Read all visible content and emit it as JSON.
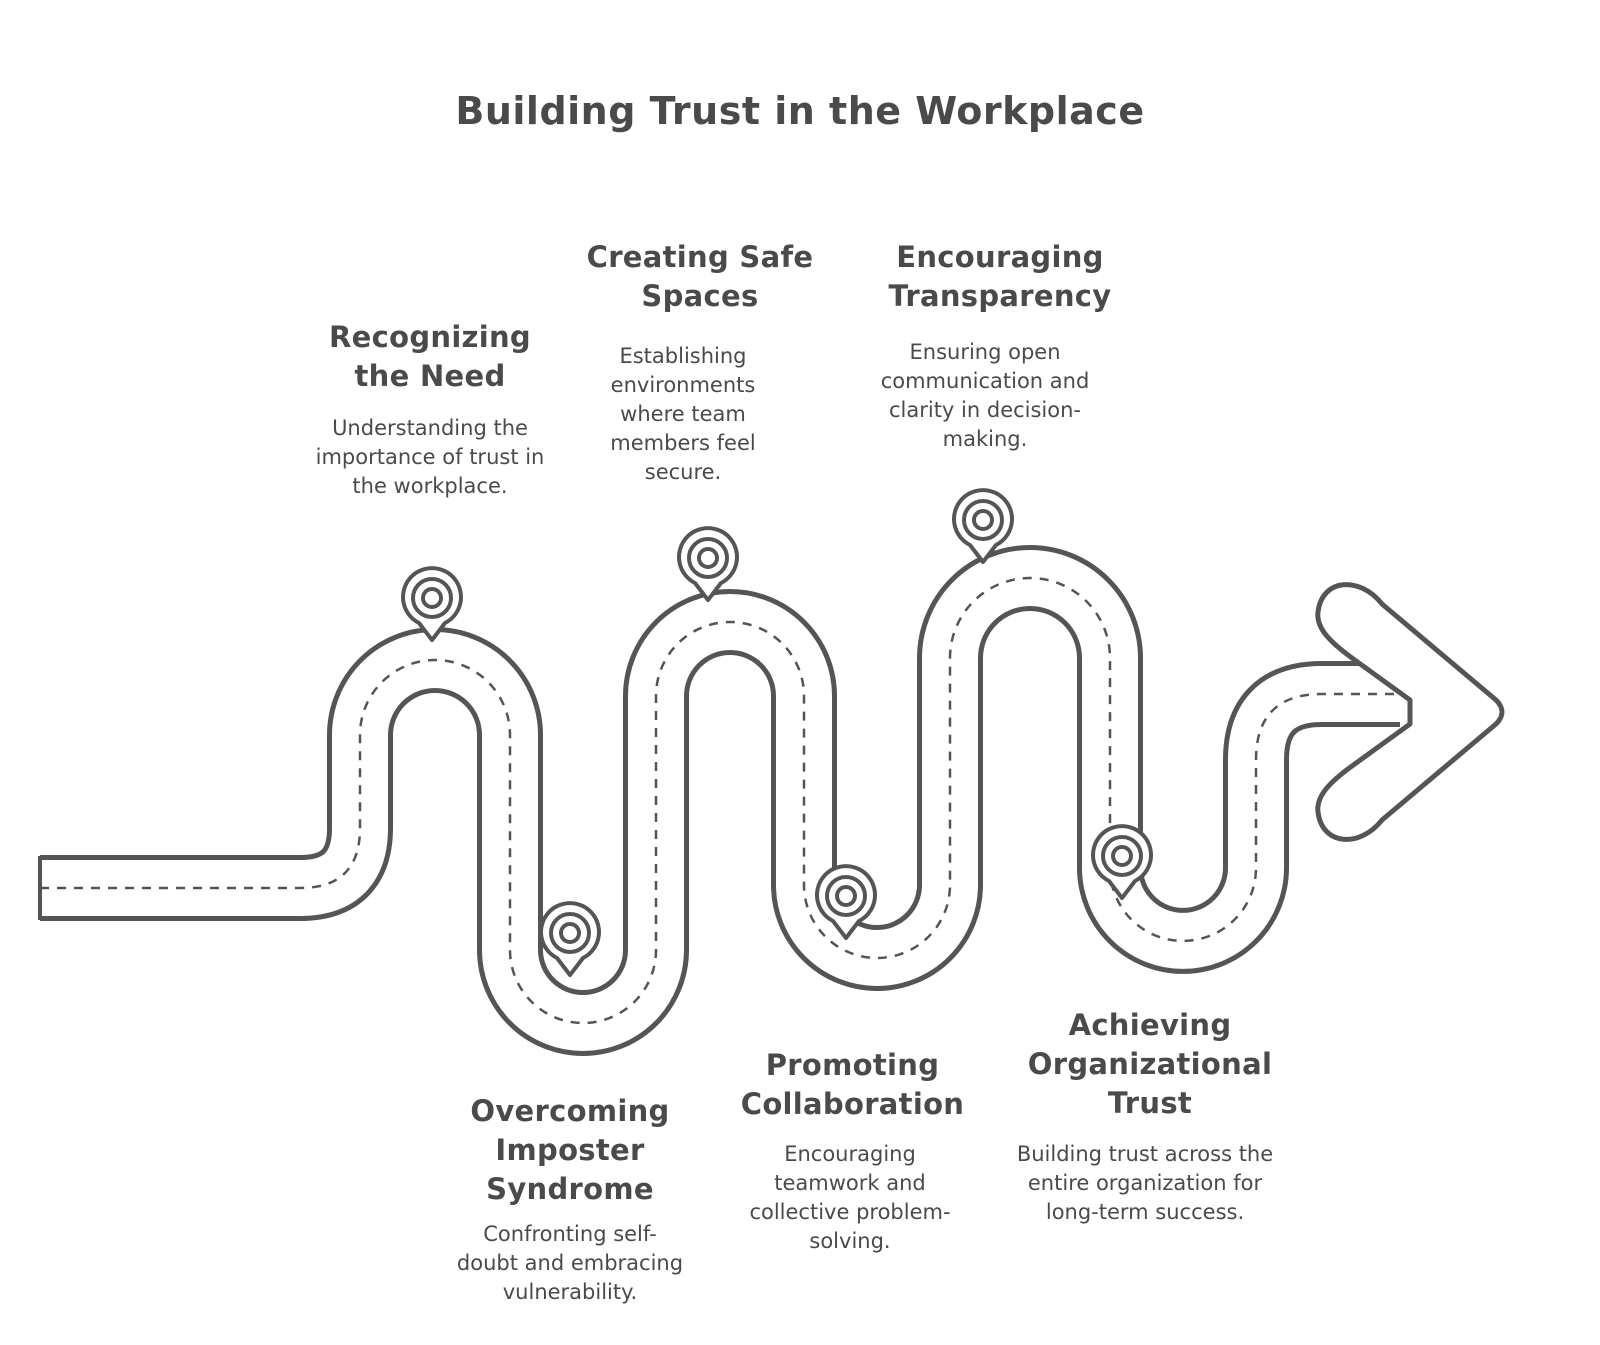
{
  "title": "Building Trust in the Workplace",
  "colors": {
    "stroke": "#555555",
    "text": "#4a4a4a",
    "background": "#ffffff"
  },
  "icons": [
    "location-pin-icon",
    "arrow-right-icon"
  ],
  "steps": [
    {
      "title": "Recognizing the Need",
      "description": "Understanding the importance of trust in the workplace."
    },
    {
      "title": "Overcoming Imposter Syndrome",
      "description": "Confronting self-doubt and embracing vulnerability."
    },
    {
      "title": "Creating Safe Spaces",
      "description": "Establishing environments where team members feel secure."
    },
    {
      "title": "Promoting Collaboration",
      "description": "Encouraging teamwork and collective problem-solving."
    },
    {
      "title": "Encouraging Transparency",
      "description": "Ensuring open communication and clarity in decision-making."
    },
    {
      "title": "Achieving Organizational Trust",
      "description": "Building trust across the entire organization for long-term success."
    }
  ]
}
